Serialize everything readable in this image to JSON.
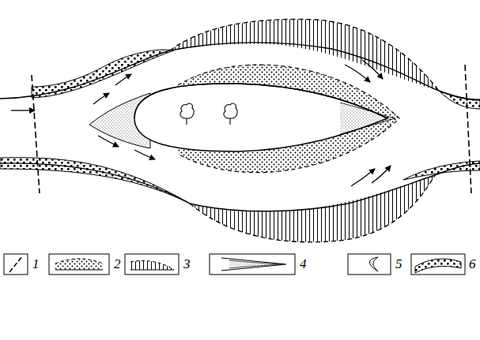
{
  "diagram": {
    "legend": [
      {
        "text": "1"
      },
      {
        "text": "2"
      },
      {
        "text": "3"
      },
      {
        "text": "4"
      },
      {
        "text": "5"
      },
      {
        "text": "6"
      }
    ]
  }
}
